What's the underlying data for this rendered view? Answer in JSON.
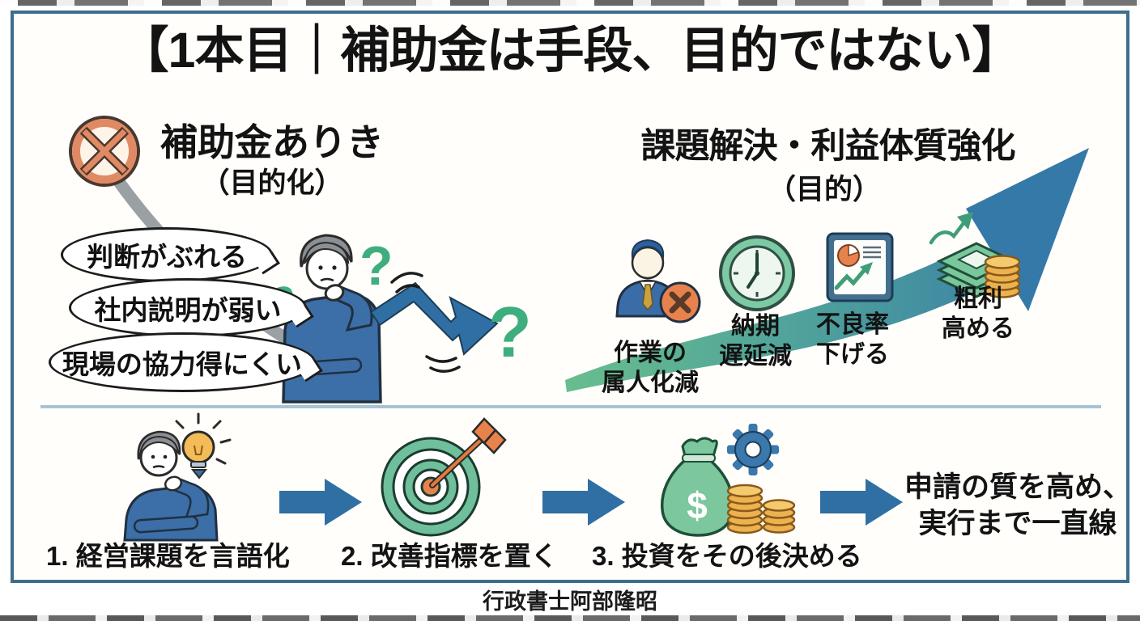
{
  "title": "【1本目｜補助金は手段、目的ではない】",
  "left": {
    "heading": "補助金ありき",
    "subheading": "（目的化）",
    "bubbles": [
      "判断がぶれる",
      "社内説明が弱い",
      "現場の協力得にくい"
    ]
  },
  "right": {
    "heading": "課題解決・利益体質強化",
    "subheading": "（目的）",
    "steps": [
      {
        "icon": "worker-x-icon",
        "line1": "作業の",
        "line2": "属人化減"
      },
      {
        "icon": "clock-icon",
        "line1": "納期",
        "line2": "遅延減"
      },
      {
        "icon": "chart-board-icon",
        "line1": "不良率",
        "line2": "下げる"
      },
      {
        "icon": "cash-coins-icon",
        "line1": "粗利",
        "line2": "高める"
      }
    ]
  },
  "bottom": {
    "steps": [
      "1. 経営課題を言語化",
      "2. 改善指標を置く",
      "3. 投資をその後決める"
    ],
    "result_line1": "申請の質を高め、",
    "result_line2": "実行まで一直線"
  },
  "footer": {
    "credit": "行政書士阿部隆昭"
  },
  "glyphs": {
    "question": "?",
    "dollar": "$"
  },
  "colors": {
    "frame_border": "#3f6d8c",
    "divider": "#a6c3d6",
    "arrow_blue": "#2f6fa3",
    "growth_green": "#68bd8e",
    "growth_blue": "#3579a8",
    "prohibition_orange": "#e08a64",
    "question_green": "#3fae7e",
    "coin_gold": "#ecb24f",
    "suit_blue": "#3c6ea7",
    "bag_green": "#7cc79d"
  }
}
